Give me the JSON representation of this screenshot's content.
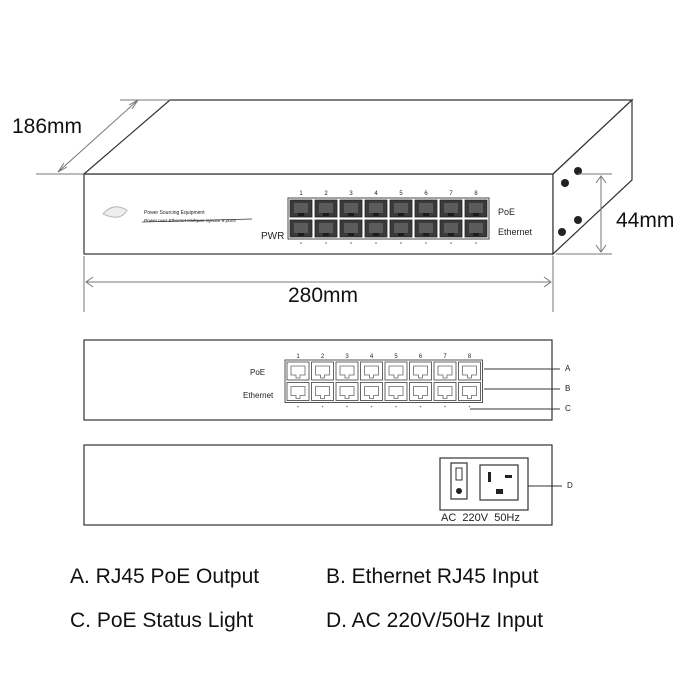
{
  "dimensions": {
    "depth": "186mm",
    "height": "44mm",
    "width": "280mm"
  },
  "front_3d": {
    "logo_line1": "Power Sourcing Equipment",
    "logo_line2": "Power over Ethernet midspan injector 8 ports",
    "pwr_label": "PWR",
    "poe_label": "PoE",
    "ethernet_label": "Ethernet",
    "port_numbers": [
      "1",
      "2",
      "3",
      "4",
      "5",
      "6",
      "7",
      "8"
    ]
  },
  "front_panel": {
    "poe_label": "PoE",
    "ethernet_label": "Ethernet",
    "port_numbers": [
      "1",
      "2",
      "3",
      "4",
      "5",
      "6",
      "7",
      "8"
    ],
    "callouts": [
      "A",
      "B",
      "C"
    ]
  },
  "rear_panel": {
    "power_label": "AC  220V  50Hz",
    "callout": "D"
  },
  "legend": {
    "a": "A. RJ45 PoE Output",
    "b": "B. Ethernet RJ45 Input",
    "c": "C. PoE Status Light",
    "d": "D. AC 220V/50Hz Input"
  },
  "colors": {
    "line": "#333333",
    "port_fill": "#3a3a3a",
    "port_outline": "#555555"
  }
}
